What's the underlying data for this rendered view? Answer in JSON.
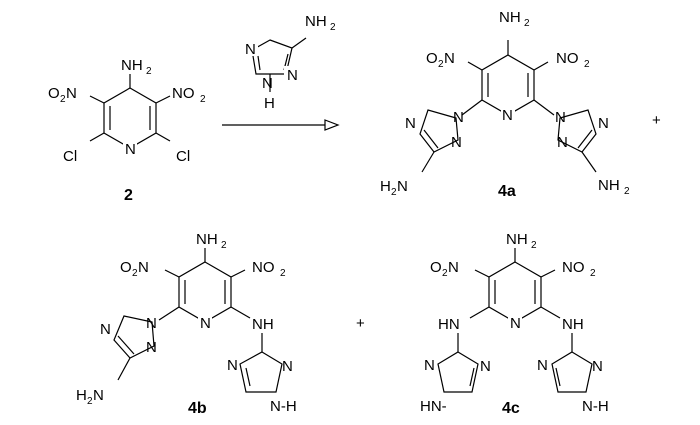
{
  "labels": {
    "nh2": "NH",
    "no2": "NO",
    "o2n": "O",
    "n": "N",
    "h": "H",
    "nh": "NH",
    "hn": "HN",
    "cl": "Cl",
    "h2n": "H",
    "sub2": "2",
    "h2n_n": "N",
    "nh_dash": "N-H",
    "hn_dash": "HN-"
  },
  "compounds": {
    "start": "2",
    "p_a": "4a",
    "p_b": "4b",
    "p_c": "4c"
  },
  "operators": {
    "plus_1": "+",
    "plus_2": "+"
  }
}
